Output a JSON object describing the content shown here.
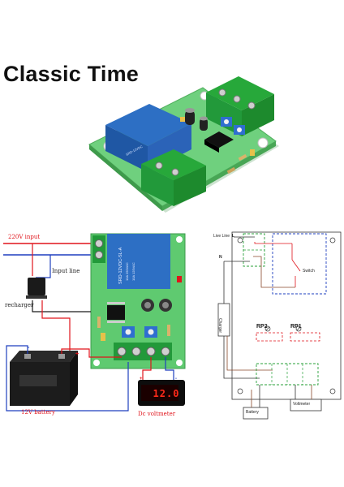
{
  "title": "Classic Time",
  "wiring": {
    "input_label": "220V input",
    "input_line_label": "Input line",
    "charger_label": "recharger",
    "battery_label": "12V battery",
    "voltmeter_label": "Dc voltmeter",
    "voltmeter_reading": "12.0",
    "relay_text": "SRD-12VDC-SL-A"
  },
  "schematic": {
    "live_line_label": "Live Line",
    "live_letter": "L",
    "neutral_label": "N",
    "switch_label": "Switch",
    "charger_label": "Charger",
    "rp2_label": "RP2",
    "rp1_label": "RP1",
    "battery_label": "Battery",
    "voltmeter_label": "Voltmeter"
  }
}
